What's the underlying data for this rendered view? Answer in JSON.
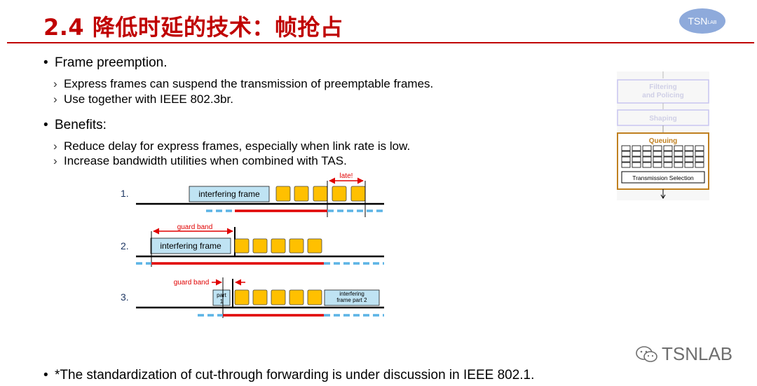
{
  "title": "2.4 降低时延的技术：帧抢占",
  "logo": {
    "text": "TSN",
    "small": "LAB"
  },
  "bullets": [
    {
      "text": "Frame preemption.",
      "subs": [
        "Express frames can suspend the transmission of preemptable frames.",
        "Use together with IEEE 802.3br."
      ]
    },
    {
      "text": "Benefits:",
      "subs": [
        "Reduce delay for express frames, especially when link rate is low.",
        "Increase bandwidth utilities when combined with TAS."
      ]
    }
  ],
  "footnote": "*The standardization of cut-through forwarding is under discussion in IEEE 802.1.",
  "bullet_glyph": "•",
  "sub_glyph": "›",
  "diagram": {
    "rows": [
      {
        "num": "1.",
        "frame_label": "interfering frame",
        "annotation": "late!"
      },
      {
        "num": "2.",
        "frame_label": "interfering frame",
        "annotation": "guard band"
      },
      {
        "num": "3.",
        "frame_label": "part 1",
        "frame2_label": "interfering frame part 2",
        "annotation": "guard band"
      }
    ],
    "colors": {
      "express": "#ffc000",
      "preemptable": "#bfe3f3",
      "red": "#e00000",
      "blue": "#5bb4e5"
    }
  },
  "sidefig": {
    "stage1": "Filtering and Policing",
    "stage2": "Shaping",
    "stage3": "Queuing",
    "selection": "Transmission Selection"
  },
  "watermark": "TSNLAB"
}
